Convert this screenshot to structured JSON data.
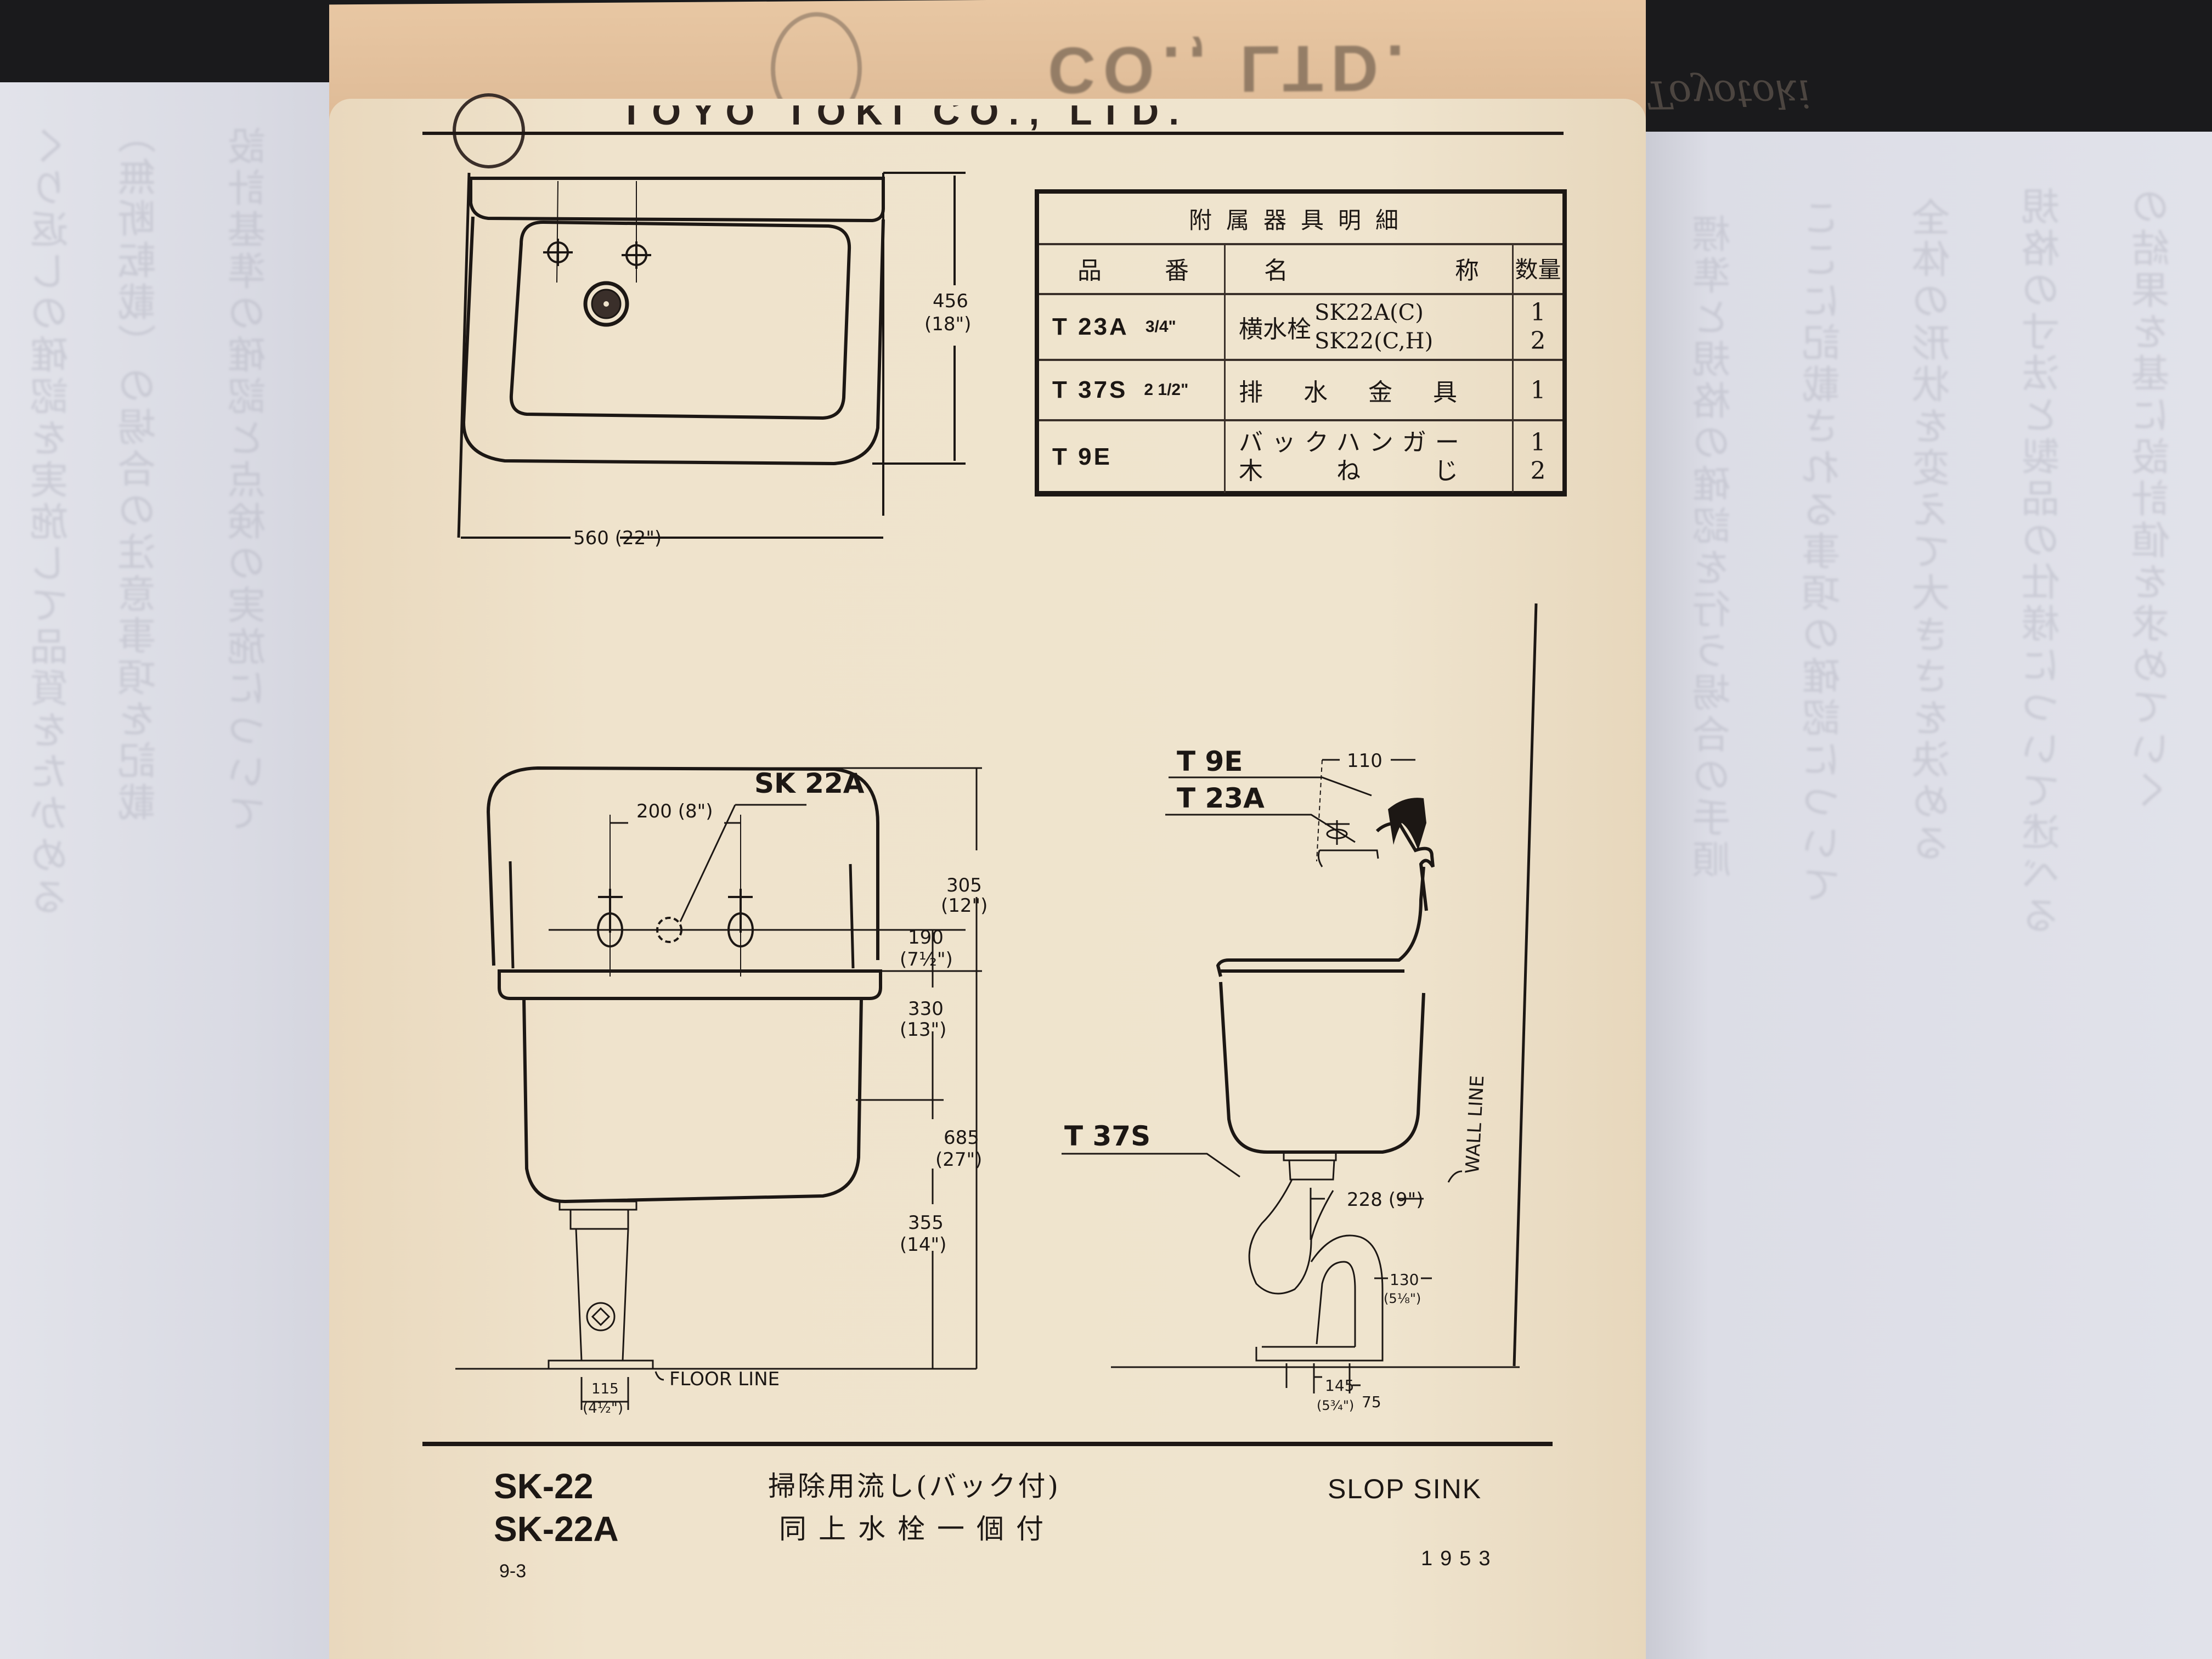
{
  "header": {
    "company": "TOYO TOKI CO., LTD.",
    "logo": "toyo-toki-seal"
  },
  "plan_view": {
    "width_dim": "560 (22\")",
    "depth_dim": "456",
    "depth_dim_in": "(18\")"
  },
  "parts_table": {
    "title": "附属器具明細",
    "headers": {
      "part_no_a": "品",
      "part_no_b": "番",
      "name_a": "名",
      "name_b": "称",
      "qty": "数量"
    },
    "rows": [
      {
        "part_no": "T 23A",
        "size": "3/4\"",
        "name": "横水栓",
        "variants": [
          "SK22A(C)",
          "SK22(C,H)"
        ],
        "qty": [
          "1",
          "2"
        ]
      },
      {
        "part_no": "T 37S",
        "size": "2 1/2\"",
        "name": "排 水 金 具",
        "variants": [],
        "qty": [
          "1"
        ]
      },
      {
        "part_no": "T 9E",
        "size": "",
        "name_lines": [
          "バックハンガー",
          "木 ね じ"
        ],
        "qty": [
          "1",
          "2"
        ]
      }
    ]
  },
  "front_view": {
    "callout": "SK 22A",
    "faucet_spacing": "200 (8\")",
    "dims": [
      {
        "mm": "305",
        "in": "(12\")"
      },
      {
        "mm": "190",
        "in": "(7½\")"
      },
      {
        "mm": "330",
        "in": "(13\")"
      },
      {
        "mm": "685",
        "in": "(27\")"
      },
      {
        "mm": "355",
        "in": "(14\")"
      },
      {
        "mm": "115",
        "in": "(4½\")"
      }
    ],
    "floor_label": "FLOOR LINE"
  },
  "side_view": {
    "callouts": [
      "T 9E",
      "T 23A",
      "T 37S"
    ],
    "wall_offset": "110",
    "trap_offset": "228 (9\")",
    "dims": [
      {
        "mm": "130",
        "in": "(5⅛\")"
      },
      {
        "mm": "145",
        "in": "(5¾\")"
      },
      {
        "mm": "75",
        "in": ""
      }
    ],
    "wall_label": "WALL LINE"
  },
  "footer": {
    "model_1": "SK-22",
    "model_2": "SK-22A",
    "desc_jp_1": "掃除用流し(バック付)",
    "desc_jp_2": "同上水栓一個付",
    "desc_en": "SLOP SINK",
    "page_no": "9-3",
    "year": "1953"
  },
  "colors": {
    "paper": "#efe3cc",
    "ink": "#1c1714",
    "background_pages": "#dcdde6",
    "backdrop": "#1a1a1c"
  }
}
